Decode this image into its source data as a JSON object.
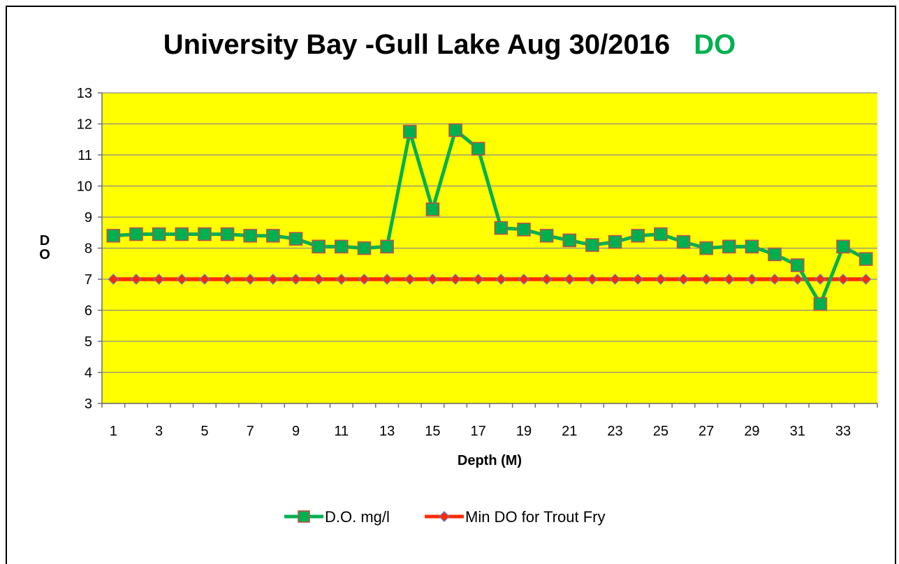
{
  "chart_data": {
    "type": "line",
    "title": "University Bay -Gull Lake Aug 30/2016",
    "title_accent": "DO",
    "title_accent_color": "#00b050",
    "xlabel": "Depth (M)",
    "ylabel": "D O",
    "ylim": [
      3,
      13
    ],
    "yticks": [
      3,
      4,
      5,
      6,
      7,
      8,
      9,
      10,
      11,
      12,
      13
    ],
    "x": [
      1,
      2,
      3,
      4,
      5,
      6,
      7,
      8,
      9,
      10,
      11,
      12,
      13,
      14,
      15,
      16,
      17,
      18,
      19,
      20,
      21,
      22,
      23,
      24,
      25,
      26,
      27,
      28,
      29,
      30,
      31,
      32,
      33,
      34
    ],
    "xtick_labels": [
      "1",
      "3",
      "5",
      "7",
      "9",
      "11",
      "13",
      "15",
      "17",
      "19",
      "21",
      "23",
      "25",
      "27",
      "29",
      "31",
      "33"
    ],
    "plot_background": "#ffff00",
    "grid": true,
    "legend_position": "bottom",
    "series": [
      {
        "name": "D.O. mg/l",
        "color": "#00b050",
        "marker": "square",
        "values": [
          8.4,
          8.45,
          8.45,
          8.45,
          8.45,
          8.45,
          8.4,
          8.4,
          8.3,
          8.05,
          8.05,
          8.0,
          8.05,
          11.75,
          9.25,
          11.8,
          11.2,
          8.65,
          8.6,
          8.4,
          8.25,
          8.1,
          8.2,
          8.4,
          8.45,
          8.2,
          8.0,
          8.05,
          8.05,
          7.8,
          7.45,
          6.2,
          8.05,
          7.65
        ]
      },
      {
        "name": "Min DO for Trout Fry",
        "color": "#ff2a00",
        "marker": "diamond",
        "values": [
          7,
          7,
          7,
          7,
          7,
          7,
          7,
          7,
          7,
          7,
          7,
          7,
          7,
          7,
          7,
          7,
          7,
          7,
          7,
          7,
          7,
          7,
          7,
          7,
          7,
          7,
          7,
          7,
          7,
          7,
          7,
          7,
          7,
          7
        ]
      }
    ]
  }
}
